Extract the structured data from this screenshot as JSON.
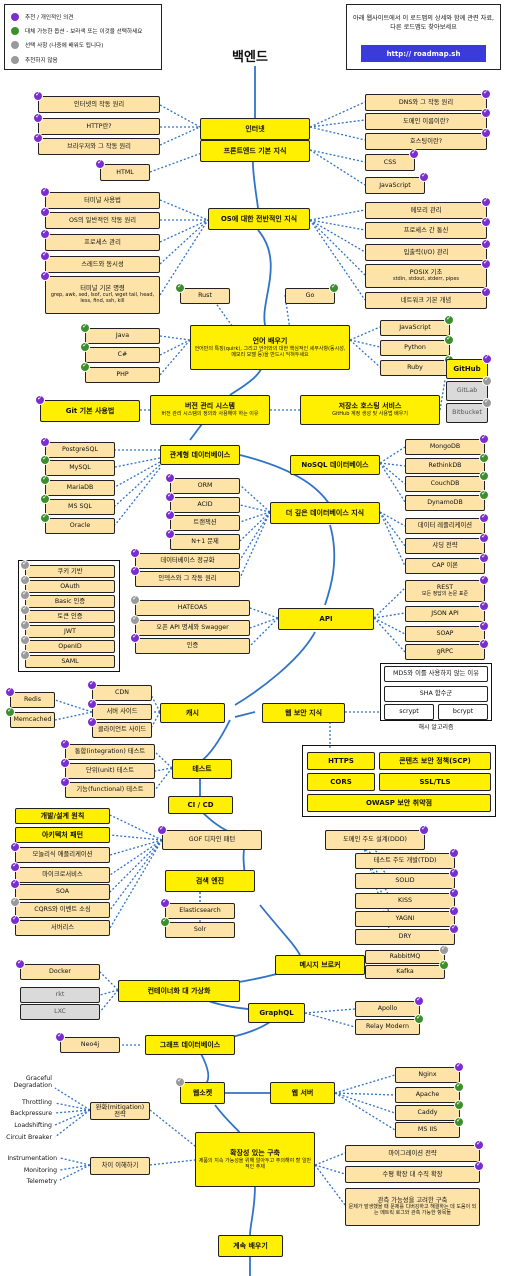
{
  "title": "백엔드",
  "legend": {
    "items": [
      {
        "label": "추천 / 개인적인 의견",
        "kind": "personal"
      },
      {
        "label": "대체 가능한 옵션 - 보라색 또는 이것을 선택하세요",
        "kind": "alt"
      },
      {
        "label": "선택 사항 (나중에 배워도 됩니다)",
        "kind": "order"
      },
      {
        "label": "추천하지 않음",
        "kind": "none"
      }
    ]
  },
  "info": {
    "text": "아래 웹사이트에서 이 로드맵의 상세와 함께 관련 자료, 다른 로드맵도 찾아보세요",
    "link": "http:// roadmap.sh"
  },
  "colors": {
    "main": "#ffef00",
    "sub": "#fde3a7",
    "line": "#2f73c9",
    "personal": "#7b2ecf",
    "alt": "#3d8f2e",
    "order": "#9a9a9a",
    "link_button": "#3b3bd9"
  },
  "nodes": [
    {
      "label": "인터넷",
      "style": "main"
    },
    {
      "label": "인터넷의 작동 원리",
      "style": "sub",
      "mark": "personal"
    },
    {
      "label": "HTTP란?",
      "style": "sub",
      "mark": "personal"
    },
    {
      "label": "브라우저와 그 작동 원리",
      "style": "sub",
      "mark": "personal"
    },
    {
      "label": "DNS와 그 작동 원리",
      "style": "sub",
      "mark": "personal"
    },
    {
      "label": "도메인 이름이란?",
      "style": "sub",
      "mark": "personal"
    },
    {
      "label": "호스팅이란?",
      "style": "sub",
      "mark": "personal"
    },
    {
      "label": "프론트엔드 기본 지식",
      "style": "main"
    },
    {
      "label": "HTML",
      "style": "sub",
      "mark": "personal"
    },
    {
      "label": "CSS",
      "style": "sub",
      "mark": "personal"
    },
    {
      "label": "JavaScript",
      "style": "sub",
      "mark": "personal"
    },
    {
      "label": "OS에 대한 전반적인 지식",
      "style": "main"
    },
    {
      "label": "터미널 사용법",
      "style": "sub",
      "mark": "personal"
    },
    {
      "label": "OS의 일반적인 작동 원리",
      "style": "sub",
      "mark": "personal"
    },
    {
      "label": "프로세스 관리",
      "style": "sub",
      "mark": "personal"
    },
    {
      "label": "스레드와 동시성",
      "style": "sub",
      "mark": "personal"
    },
    {
      "label": "터미널 기본 명령",
      "desc": "grep, awk, sed, lsof, curl, wget tail, head, less, find, ssh, kill",
      "style": "sub",
      "mark": "personal"
    },
    {
      "label": "메모리 관리",
      "style": "sub",
      "mark": "personal"
    },
    {
      "label": "프로세스 간 통신",
      "style": "sub",
      "mark": "personal"
    },
    {
      "label": "입출력(I/O) 관리",
      "style": "sub",
      "mark": "personal"
    },
    {
      "label": "POSIX 기초",
      "desc": "stdin, stdout, stderr, pipes",
      "style": "sub",
      "mark": "personal"
    },
    {
      "label": "네트워크 기본 개념",
      "style": "sub",
      "mark": "personal"
    },
    {
      "label": "Rust",
      "style": "sub",
      "mark": "alt"
    },
    {
      "label": "Go",
      "style": "sub",
      "mark": "alt"
    },
    {
      "label": "언어 배우기",
      "desc": "언어만의 특징(quirk), 그리고 언어와의 대한 핵심적인 세부사항(동시성, 메모리 모델 등)을 반드시 익혀두세요",
      "style": "main"
    },
    {
      "label": "Java",
      "style": "sub",
      "mark": "alt"
    },
    {
      "label": "C#",
      "style": "sub",
      "mark": "alt"
    },
    {
      "label": "PHP",
      "style": "sub",
      "mark": "alt"
    },
    {
      "label": "JavaScript",
      "style": "sub",
      "mark": "alt"
    },
    {
      "label": "Python",
      "style": "sub",
      "mark": "alt"
    },
    {
      "label": "Ruby",
      "style": "sub",
      "mark": "alt"
    },
    {
      "label": "GitHub",
      "style": "main",
      "mark": "personal"
    },
    {
      "label": "GitLab",
      "style": "gray",
      "mark": "order"
    },
    {
      "label": "Bitbucket",
      "style": "gray",
      "mark": "order"
    },
    {
      "label": "Git 기본 사용법",
      "style": "main",
      "mark": "personal"
    },
    {
      "label": "버전 관리 시스템",
      "desc": "버전 관리 시스템의 정의와 사용해야 하는 이유",
      "style": "main"
    },
    {
      "label": "저장소 호스팅 서비스",
      "desc": "GitHub 계정 생성 및 사용법 배우기",
      "style": "main"
    },
    {
      "label": "관계형 데이터베이스",
      "style": "main"
    },
    {
      "label": "PostgreSQL",
      "style": "sub",
      "mark": "personal"
    },
    {
      "label": "MySQL",
      "style": "sub",
      "mark": "alt"
    },
    {
      "label": "MariaDB",
      "style": "sub",
      "mark": "alt"
    },
    {
      "label": "MS SQL",
      "style": "sub",
      "mark": "alt"
    },
    {
      "label": "Oracle",
      "style": "sub",
      "mark": "alt"
    },
    {
      "label": "NoSQL 데이터베이스",
      "style": "main"
    },
    {
      "label": "MongoDB",
      "style": "sub",
      "mark": "personal"
    },
    {
      "label": "RethinkDB",
      "style": "sub",
      "mark": "alt"
    },
    {
      "label": "CouchDB",
      "style": "sub",
      "mark": "alt"
    },
    {
      "label": "DynamoDB",
      "style": "sub",
      "mark": "alt"
    },
    {
      "label": "ORM",
      "style": "sub",
      "mark": "personal"
    },
    {
      "label": "ACID",
      "style": "sub",
      "mark": "personal"
    },
    {
      "label": "트랜잭션",
      "style": "sub",
      "mark": "personal"
    },
    {
      "label": "N+1 문제",
      "style": "sub",
      "mark": "personal"
    },
    {
      "label": "데이터베이스 정규화",
      "style": "sub",
      "mark": "personal"
    },
    {
      "label": "인덱스와 그 작동 원리",
      "style": "sub",
      "mark": "personal"
    },
    {
      "label": "더 깊은 데이터베이스 지식",
      "style": "main"
    },
    {
      "label": "데이터 레플리케이션",
      "style": "sub",
      "mark": "personal"
    },
    {
      "label": "샤딩 전략",
      "style": "sub",
      "mark": "personal"
    },
    {
      "label": "CAP 이론",
      "style": "sub",
      "mark": "personal"
    },
    {
      "label": "쿠키 기반",
      "style": "sub",
      "mark": "order"
    },
    {
      "label": "OAuth",
      "style": "sub",
      "mark": "order"
    },
    {
      "label": "Basic 인증",
      "style": "sub",
      "mark": "order"
    },
    {
      "label": "토큰 인증",
      "style": "sub",
      "mark": "order"
    },
    {
      "label": "JWT",
      "style": "sub",
      "mark": "order"
    },
    {
      "label": "OpenID",
      "style": "sub",
      "mark": "order"
    },
    {
      "label": "SAML",
      "style": "sub",
      "mark": "order"
    },
    {
      "label": "HATEOAS",
      "style": "sub",
      "mark": "order"
    },
    {
      "label": "오픈 API 명세와 Swagger",
      "style": "sub",
      "mark": "order"
    },
    {
      "label": "인증",
      "style": "sub",
      "mark": "personal"
    },
    {
      "label": "API",
      "style": "main"
    },
    {
      "label": "REST",
      "desc": "모든 정답의 논문 표준",
      "style": "sub",
      "mark": "personal"
    },
    {
      "label": "JSON API",
      "style": "sub",
      "mark": "personal"
    },
    {
      "label": "SOAP",
      "style": "sub",
      "mark": "personal"
    },
    {
      "label": "gRPC",
      "style": "sub",
      "mark": "personal"
    },
    {
      "label": "MD5와 이를 사용하지 않는 이유",
      "style": "plain"
    },
    {
      "label": "SHA 함수군",
      "style": "plain"
    },
    {
      "label": "scrypt",
      "style": "plain"
    },
    {
      "label": "bcrypt",
      "style": "plain"
    },
    {
      "label": "Redis",
      "style": "sub",
      "mark": "personal"
    },
    {
      "label": "Memcached",
      "style": "sub",
      "mark": "alt"
    },
    {
      "label": "CDN",
      "style": "sub",
      "mark": "personal"
    },
    {
      "label": "서버 사이드",
      "style": "sub",
      "mark": "personal"
    },
    {
      "label": "클라이언트 사이드",
      "style": "sub",
      "mark": "personal"
    },
    {
      "label": "캐시",
      "style": "main"
    },
    {
      "label": "웹 보안 지식",
      "style": "main"
    },
    {
      "label": "HTTPS",
      "style": "main"
    },
    {
      "label": "콘텐츠 보안 정책(SCP)",
      "style": "main"
    },
    {
      "label": "CORS",
      "style": "main"
    },
    {
      "label": "SSL/TLS",
      "style": "main"
    },
    {
      "label": "OWASP 보안 취약점",
      "style": "main"
    },
    {
      "label": "통합(integration) 테스트",
      "style": "sub",
      "mark": "personal"
    },
    {
      "label": "단위(unit) 테스트",
      "style": "sub",
      "mark": "personal"
    },
    {
      "label": "기능(functional) 테스트",
      "style": "sub",
      "mark": "personal"
    },
    {
      "label": "테스트",
      "style": "main"
    },
    {
      "label": "CI / CD",
      "style": "main"
    },
    {
      "label": "GOF 디자인 패턴",
      "style": "sub",
      "mark": "personal"
    },
    {
      "label": "도메인 주도 설계(DDD)",
      "style": "sub",
      "mark": "personal"
    },
    {
      "label": "테스트 주도 개발(TDD)",
      "style": "sub",
      "mark": "personal"
    },
    {
      "label": "SOLID",
      "style": "sub",
      "mark": "personal"
    },
    {
      "label": "KISS",
      "style": "sub",
      "mark": "personal"
    },
    {
      "label": "YAGNI",
      "style": "sub",
      "mark": "personal"
    },
    {
      "label": "DRY",
      "style": "sub",
      "mark": "personal"
    },
    {
      "label": "개발/설계 원칙",
      "style": "main"
    },
    {
      "label": "아키텍처 패턴",
      "style": "main"
    },
    {
      "label": "모놀리식 애플리케이션",
      "style": "sub",
      "mark": "personal"
    },
    {
      "label": "마이크로서비스",
      "style": "sub",
      "mark": "personal"
    },
    {
      "label": "SOA",
      "style": "sub",
      "mark": "personal"
    },
    {
      "label": "CQRS와 이벤트 소싱",
      "style": "sub",
      "mark": "order"
    },
    {
      "label": "서버리스",
      "style": "sub",
      "mark": "personal"
    },
    {
      "label": "검색 엔진",
      "style": "main"
    },
    {
      "label": "Elasticsearch",
      "style": "sub",
      "mark": "personal"
    },
    {
      "label": "Solr",
      "style": "sub",
      "mark": "alt"
    },
    {
      "label": "메시지 브로커",
      "style": "main"
    },
    {
      "label": "RabbitMQ",
      "style": "sub",
      "mark": "order"
    },
    {
      "label": "Kafka",
      "style": "sub",
      "mark": "alt"
    },
    {
      "label": "Docker",
      "style": "sub",
      "mark": "personal"
    },
    {
      "label": "rkt",
      "style": "gray"
    },
    {
      "label": "LXC",
      "style": "gray"
    },
    {
      "label": "컨테이너화 대 가상화",
      "style": "main"
    },
    {
      "label": "GraphQL",
      "style": "main"
    },
    {
      "label": "Apollo",
      "style": "sub",
      "mark": "personal"
    },
    {
      "label": "Relay Modern",
      "style": "sub",
      "mark": "alt"
    },
    {
      "label": "그래프 데이터베이스",
      "style": "main"
    },
    {
      "label": "Neo4j",
      "style": "sub",
      "mark": "personal"
    },
    {
      "label": "웹소켓",
      "style": "main",
      "mark": "order"
    },
    {
      "label": "웹 서버",
      "style": "main"
    },
    {
      "label": "Nginx",
      "style": "sub",
      "mark": "personal"
    },
    {
      "label": "Apache",
      "style": "sub",
      "mark": "alt"
    },
    {
      "label": "Caddy",
      "style": "sub",
      "mark": "alt"
    },
    {
      "label": "MS IIS",
      "style": "sub",
      "mark": "alt"
    },
    {
      "label": "완화(mitigation) 전략",
      "style": "sub"
    },
    {
      "label": "차이 이해하기",
      "style": "sub"
    },
    {
      "label": "확장성 있는 구축",
      "desc": "제품의 지속 가능성을 위해 알아두고 주의해야 할 일반적인 주제",
      "style": "main"
    },
    {
      "label": "마이그레이션 전략",
      "style": "sub",
      "mark": "personal"
    },
    {
      "label": "수평 확장 대 수직 확장",
      "style": "sub",
      "mark": "personal"
    },
    {
      "label": "관측 가능성을 고려한 구축",
      "desc": "문제가 발생했을 때 문제를 디버깅하고 해결하는 데 도움이 되는 메트릭 로그와 관측 가능한 항목들",
      "style": "sub"
    },
    {
      "label": "계속 배우기",
      "style": "main"
    }
  ],
  "texts": [
    {
      "label": "Graceful Degradation"
    },
    {
      "label": "Throttling"
    },
    {
      "label": "Backpressure"
    },
    {
      "label": "Loadshifting"
    },
    {
      "label": "Circuit Breaker"
    },
    {
      "label": "Instrumentation"
    },
    {
      "label": "Monitoring"
    },
    {
      "label": "Telemetry"
    },
    {
      "label": "해시 알고리즘"
    }
  ]
}
